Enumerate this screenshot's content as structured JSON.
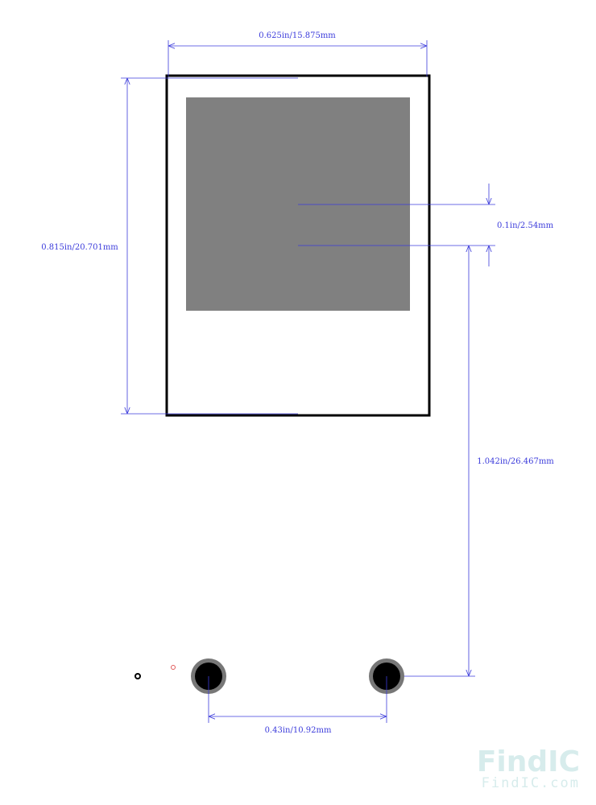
{
  "dimensions": {
    "width": "0.625in/15.875mm",
    "height": "0.815in/20.701mm",
    "pin_offset": "0.1in/2.54mm",
    "body_to_pins": "1.042in/26.467mm",
    "pin_pitch": "0.43in/10.92mm"
  },
  "watermark": {
    "logo": "FindIC",
    "url": "FindIC.com"
  },
  "colors": {
    "dimension": "#3b3bdb",
    "outline": "#000000",
    "courtyard": "#e05a5a",
    "body_fill": "#808080",
    "pad_ring": "#777777",
    "pad_hole": "#000000",
    "watermark": "#d7ecec"
  }
}
